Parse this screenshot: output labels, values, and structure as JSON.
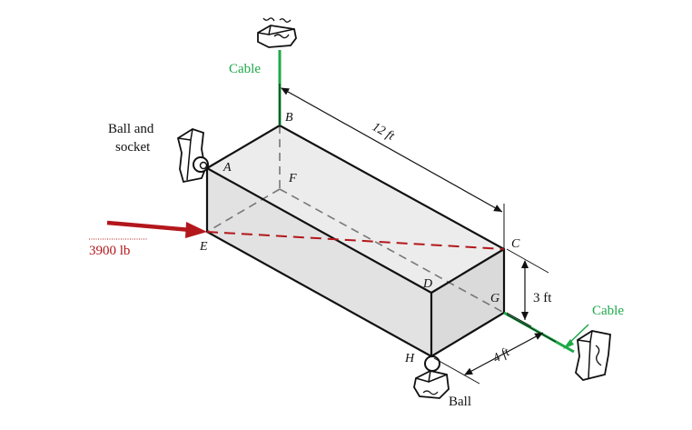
{
  "labels": {
    "cable_top": "Cable",
    "cable_right": "Cable",
    "ball_and_socket_line1": "Ball and",
    "ball_and_socket_line2": "socket",
    "ball": "Ball",
    "force": "3900 lb",
    "dim_length": "12 ft",
    "dim_height": "3 ft",
    "dim_width": "4 ft"
  },
  "points": {
    "A": "A",
    "B": "B",
    "C": "C",
    "D": "D",
    "E": "E",
    "F": "F",
    "G": "G",
    "H": "H"
  },
  "colors": {
    "cable": "#1fa84a",
    "force": "#b3171c",
    "box_fill": "#e6e6e6",
    "edge": "#111111",
    "hidden_edge": "#777777"
  },
  "icons": [
    "wall-support-icon",
    "ball-socket-icon",
    "ball-support-icon"
  ]
}
